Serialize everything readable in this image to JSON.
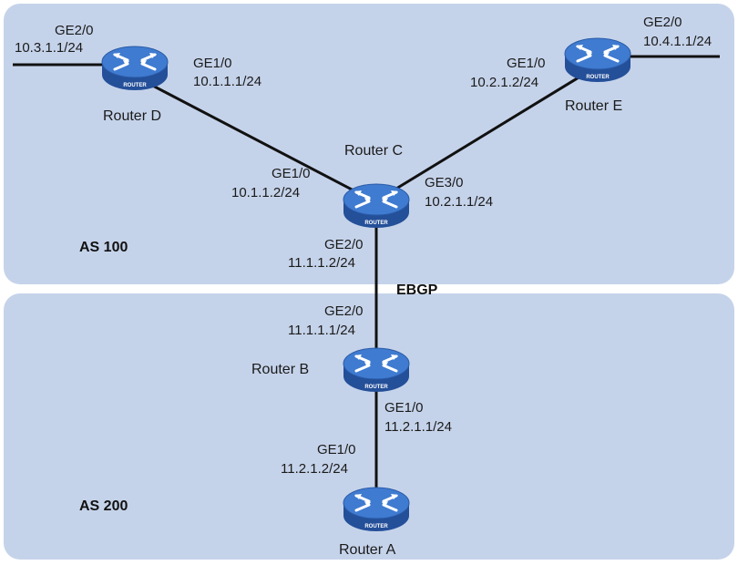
{
  "areas": [
    {
      "id": "as100",
      "label": "AS 100"
    },
    {
      "id": "as200",
      "label": "AS 200"
    }
  ],
  "link_label": "EBGP",
  "router_icon_text": "ROUTER",
  "colors": {
    "area_fill": "#c5d3ea",
    "router_body": "#2b5eb0",
    "router_top": "#3f7bd0",
    "link": "#111111"
  },
  "routers": {
    "a": {
      "name": "Router A"
    },
    "b": {
      "name": "Router B"
    },
    "c": {
      "name": "Router C"
    },
    "d": {
      "name": "Router D"
    },
    "e": {
      "name": "Router E"
    }
  },
  "interfaces": {
    "d_ge2": {
      "port": "GE2/0",
      "ip": "10.3.1.1/24"
    },
    "d_ge1": {
      "port": "GE1/0",
      "ip": "10.1.1.1/24"
    },
    "e_ge2": {
      "port": "GE2/0",
      "ip": "10.4.1.1/24"
    },
    "e_ge1": {
      "port": "GE1/0",
      "ip": "10.2.1.2/24"
    },
    "c_ge1": {
      "port": "GE1/0",
      "ip": "10.1.1.2/24"
    },
    "c_ge3": {
      "port": "GE3/0",
      "ip": "10.2.1.1/24"
    },
    "c_ge2": {
      "port": "GE2/0",
      "ip": "11.1.1.2/24"
    },
    "b_ge2": {
      "port": "GE2/0",
      "ip": "11.1.1.1/24"
    },
    "b_ge1": {
      "port": "GE1/0",
      "ip": "11.2.1.1/24"
    },
    "a_ge1": {
      "port": "GE1/0",
      "ip": "11.2.1.2/24"
    }
  }
}
